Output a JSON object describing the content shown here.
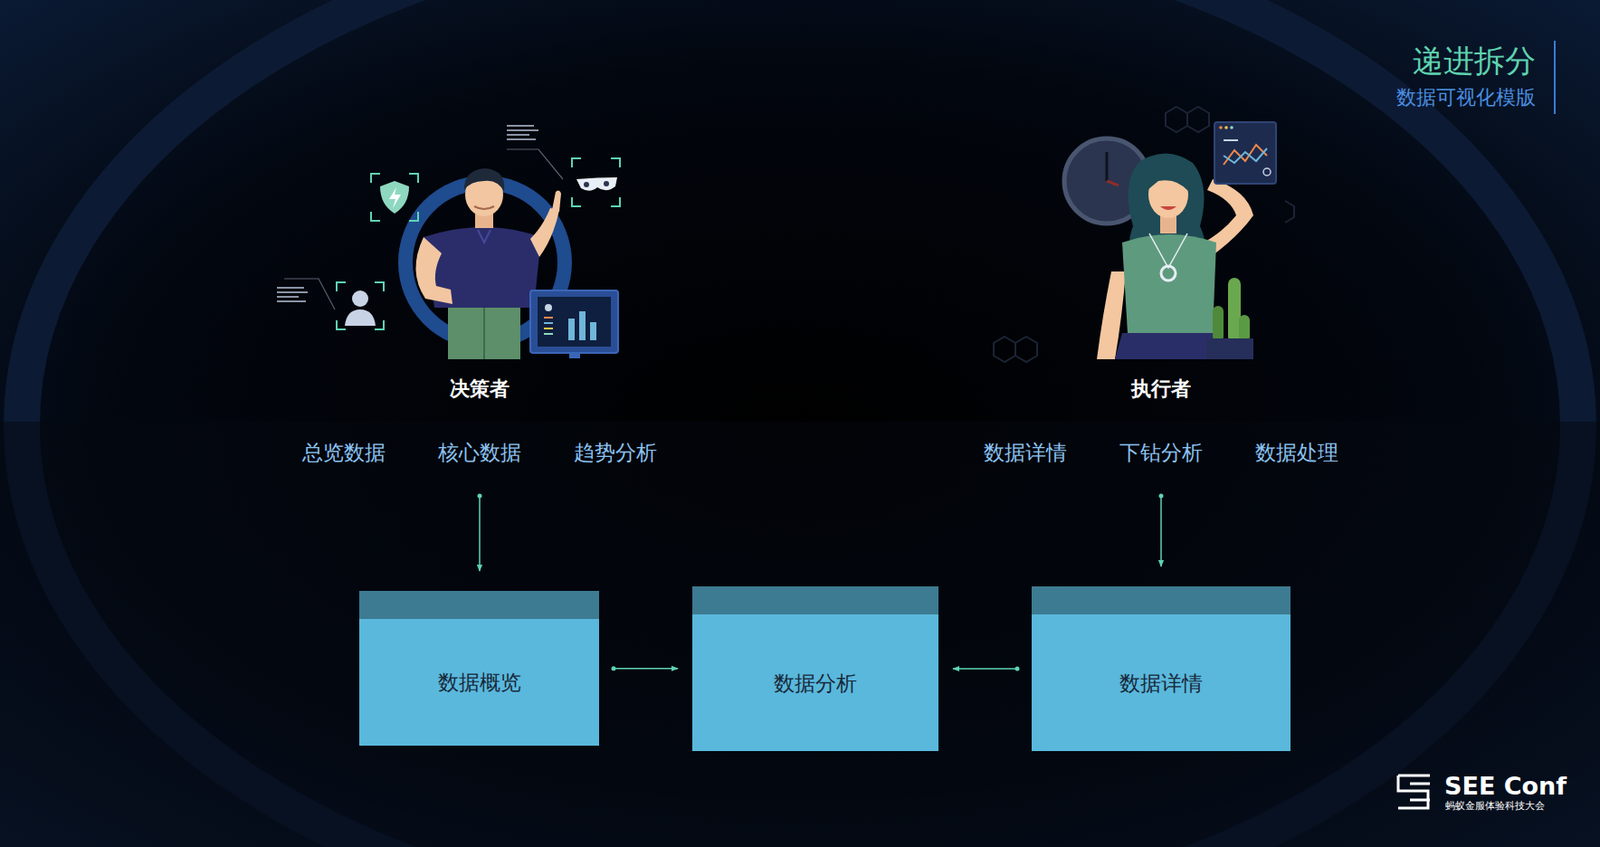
{
  "diagram": {
    "title": "递进拆分",
    "nodes": [
      {
        "text": [
          "决策者",
          "总览数据",
          "核心数据",
          "趋势分析"
        ]
      },
      {
        "text": [
          "执行者",
          "数据详情",
          "下钻分析",
          "数据处理"
        ]
      },
      {
        "text": [
          "数据概览"
        ]
      },
      {
        "text": [
          "数据分析"
        ]
      },
      {
        "text": [
          "数据详情"
        ]
      }
    ],
    "edges": [
      {
        "from": 0,
        "to": 2,
        "arrow": "to"
      },
      {
        "from": 2,
        "to": 3,
        "arrow": "to"
      },
      {
        "from": 4,
        "to": 3,
        "arrow": "to"
      },
      {
        "from": 1,
        "to": 4,
        "arrow": "to"
      }
    ],
    "labels": [
      "数据可视化模版",
      "SEE Conf",
      "蚂蚁金服体验科技大会"
    ]
  }
}
